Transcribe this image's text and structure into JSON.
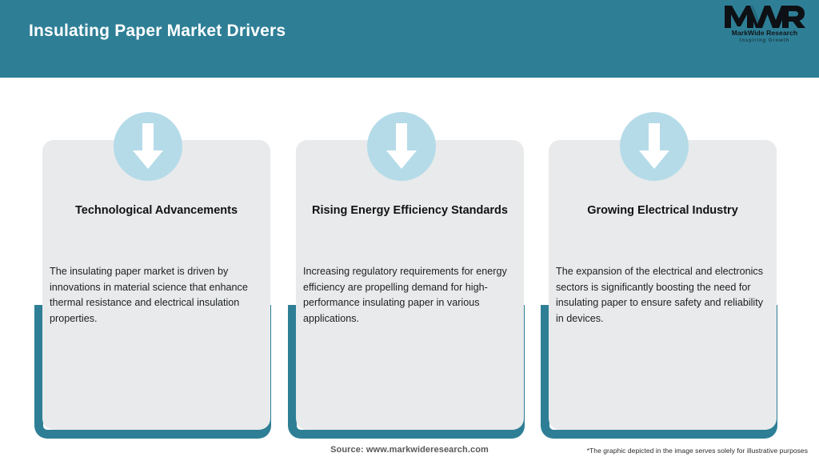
{
  "header": {
    "title": "Insulating Paper Market Drivers",
    "background_color": "#2e7f96",
    "title_color": "#ffffff",
    "logo": {
      "monogram": "MWR",
      "name": "MarkWide Research",
      "tagline": "Inspiring Growth"
    }
  },
  "cards": [
    {
      "icon": "down-arrow-icon",
      "title": "Technological Advancements",
      "body": "The insulating paper market is driven by innovations in material science that enhance thermal resistance and electrical insulation properties."
    },
    {
      "icon": "down-arrow-icon",
      "title": "Rising Energy Efficiency Standards",
      "body": "Increasing regulatory requirements for energy efficiency are propelling demand for high-performance insulating paper in various applications."
    },
    {
      "icon": "down-arrow-icon",
      "title": "Growing Electrical Industry",
      "body": "The expansion of the electrical and electronics sectors is significantly boosting the need for insulating paper to ensure safety and reliability in devices."
    }
  ],
  "footer": {
    "source": "Source: www.markwideresearch.com",
    "disclaimer": "*The graphic depicted in the image serves solely for illustrative purposes"
  },
  "colors": {
    "accent_teal": "#2e7f96",
    "card_gray": "#e8eaeb",
    "icon_blue": "#b5dbe8",
    "page_background": "#ffffff"
  }
}
